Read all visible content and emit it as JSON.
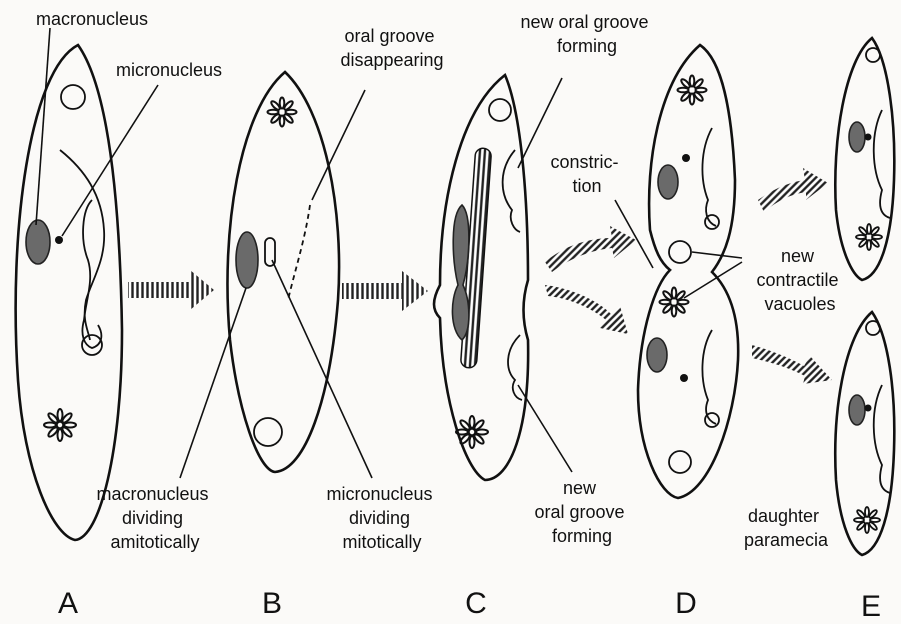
{
  "labels": {
    "macronucleus": "macronucleus",
    "micronucleus": "micronucleus",
    "oral_groove_disappearing": [
      "oral groove",
      "disappearing"
    ],
    "new_oral_groove_forming_top": [
      "new oral groove",
      "forming"
    ],
    "constriction": [
      "constric-",
      "tion"
    ],
    "new_contractile_vacuoles": [
      "new",
      "contractile",
      "vacuoles"
    ],
    "macronucleus_dividing": [
      "macronucleus",
      "dividing",
      "amitotically"
    ],
    "micronucleus_dividing": [
      "micronucleus",
      "dividing",
      "mitotically"
    ],
    "new_oral_groove_forming_bottom": [
      "new",
      "oral groove",
      "forming"
    ],
    "daughter_paramecia": [
      "daughter",
      "paramecia"
    ]
  },
  "stages": [
    "A",
    "B",
    "C",
    "D",
    "E"
  ]
}
